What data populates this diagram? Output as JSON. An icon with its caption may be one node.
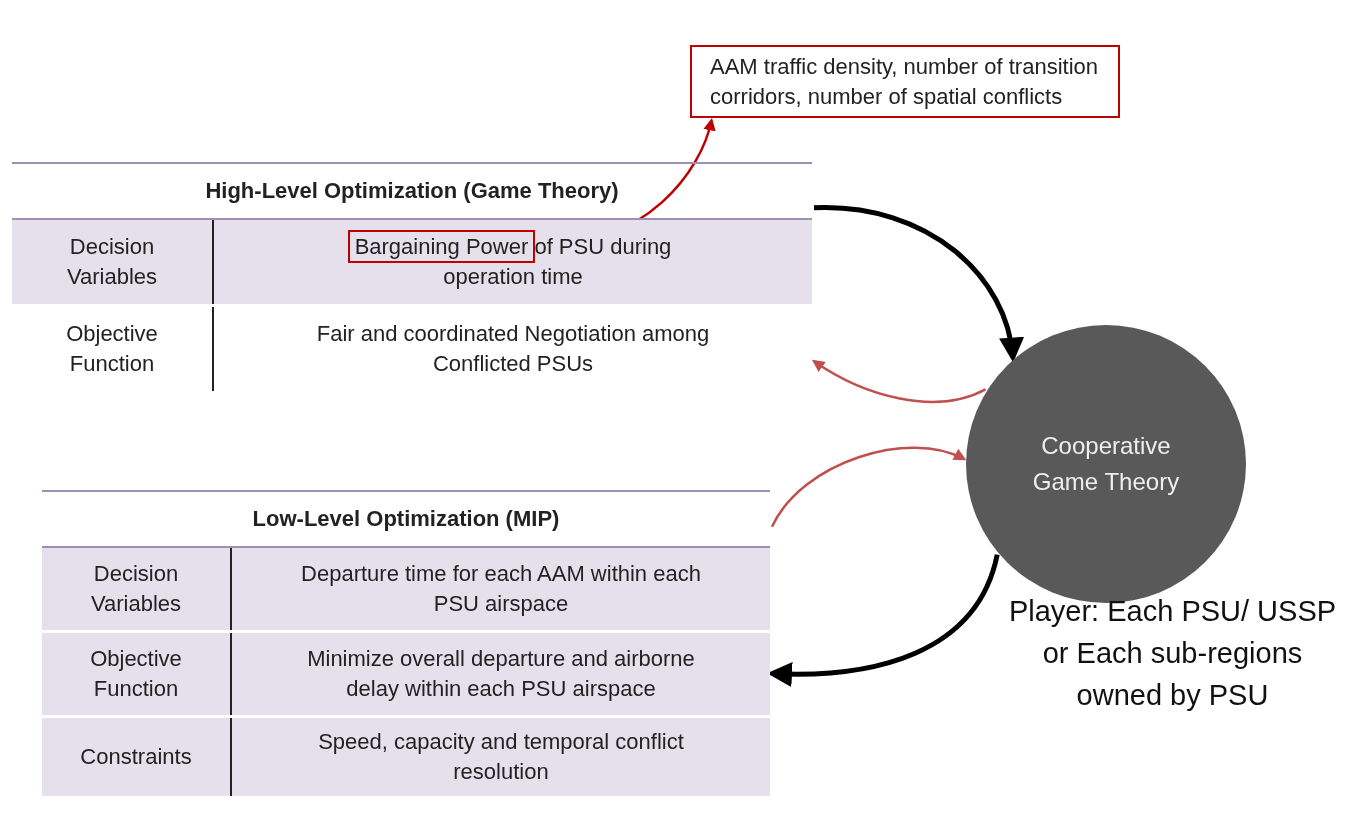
{
  "diagram": {
    "nodes": [
      {
        "text": [
          "High-Level Optimization (Game Theory)",
          "Decision Variables",
          "Bargaining Power of PSU during operation time",
          "Objective Function",
          "Fair and coordinated Negotiation among Conflicted PSUs"
        ]
      },
      {
        "text": [],
        "shape": "box",
        "in": 0
      },
      {
        "text": [
          "AAM traffic density, number of transition corridors, number of spatial conflicts"
        ]
      },
      {
        "text": [
          "Low-Level Optimization (MIP)",
          "Decision Variables",
          "Departure time for each AAM within each PSU airspace",
          "Objective Function",
          "Minimize overall departure and airborne delay within each PSU airspace",
          "Constraints",
          "Speed, capacity and temporal conflict resolution"
        ]
      },
      {
        "text": [
          "Cooperative Game Theory"
        ],
        "beside": [
          "Player: Each PSU/ USSP or Each sub-regions owned by PSU"
        ]
      }
    ],
    "edges": [
      {
        "from": 1,
        "to": 2,
        "arrow": "to",
        "color": "#c00000"
      },
      {
        "from": 0,
        "to": 4,
        "arrow": "to",
        "style": "thick"
      },
      {
        "from": 4,
        "to": 0,
        "arrow": "to",
        "color": "#c0504d"
      },
      {
        "from": 3,
        "to": 4,
        "arrow": "to",
        "color": "#c0504d"
      },
      {
        "from": 4,
        "to": 3,
        "arrow": "to",
        "style": "thick"
      }
    ]
  }
}
